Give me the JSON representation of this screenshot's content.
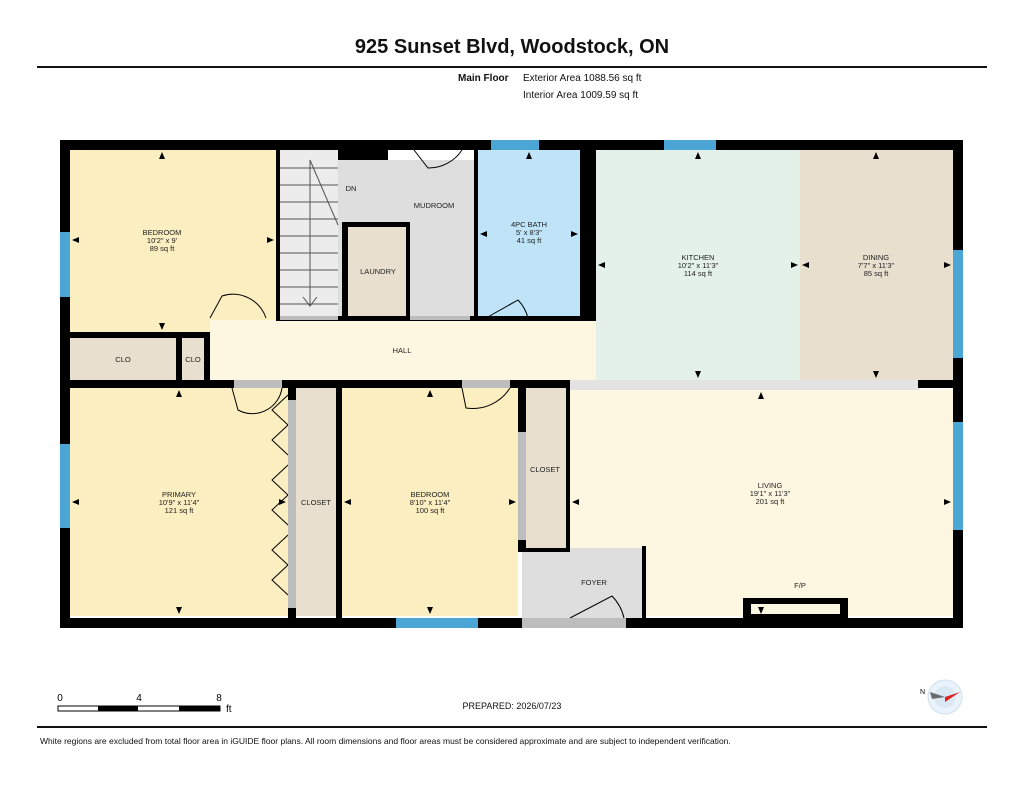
{
  "header": {
    "title": "925 Sunset Blvd, Woodstock, ON",
    "floor_label": "Main Floor",
    "exterior_area": "Exterior Area 1088.56 sq ft",
    "interior_area": "Interior Area 1009.59 sq ft"
  },
  "rooms": {
    "bedroom1": {
      "name": "BEDROOM",
      "dims": "10'2\" x 9'",
      "area": "89 sq ft"
    },
    "mudroom": {
      "name": "MUDROOM"
    },
    "stairs": {
      "label": "DN"
    },
    "laundry": {
      "name": "LAUNDRY"
    },
    "bath": {
      "name": "4PC BATH",
      "dims": "5' x 8'3\"",
      "area": "41 sq ft"
    },
    "kitchen": {
      "name": "KITCHEN",
      "dims": "10'2\" x 11'3\"",
      "area": "114 sq ft"
    },
    "dining": {
      "name": "DINING",
      "dims": "7'7\" x 11'3\"",
      "area": "85 sq ft"
    },
    "clo1": {
      "name": "CLO"
    },
    "clo2": {
      "name": "CLO"
    },
    "hall": {
      "name": "HALL"
    },
    "primary": {
      "name": "PRIMARY",
      "dims": "10'9\" x 11'4\"",
      "area": "121 sq ft"
    },
    "closet1": {
      "name": "CLOSET"
    },
    "bedroom2": {
      "name": "BEDROOM",
      "dims": "8'10\" x 11'4\"",
      "area": "100 sq ft"
    },
    "closet2": {
      "name": "CLOSET"
    },
    "living": {
      "name": "LIVING",
      "dims": "19'1\" x 11'3\"",
      "area": "201 sq ft"
    },
    "foyer": {
      "name": "FOYER"
    },
    "fireplace": {
      "label": "F/P"
    }
  },
  "scale": {
    "ticks": [
      "0",
      "4",
      "8"
    ],
    "unit": "ft"
  },
  "compass": {
    "label": "N"
  },
  "prepared": "PREPARED: 2026/07/23",
  "footer": "White regions are excluded from total floor area in iGUIDE floor plans. All room dimensions and floor areas must be considered approximate and are subject to independent verification.",
  "colors": {
    "bedroom": "#fbeec0",
    "bath": "#bfe3f7",
    "kitchen": "#e3f1e9",
    "dining": "#e9dfcf",
    "hall": "#fdf7e1",
    "closet": "#e9dfcf",
    "utility": "#dedede",
    "living": "#fdf7e1",
    "wall": "#000000",
    "window": "#4ba6d6"
  }
}
